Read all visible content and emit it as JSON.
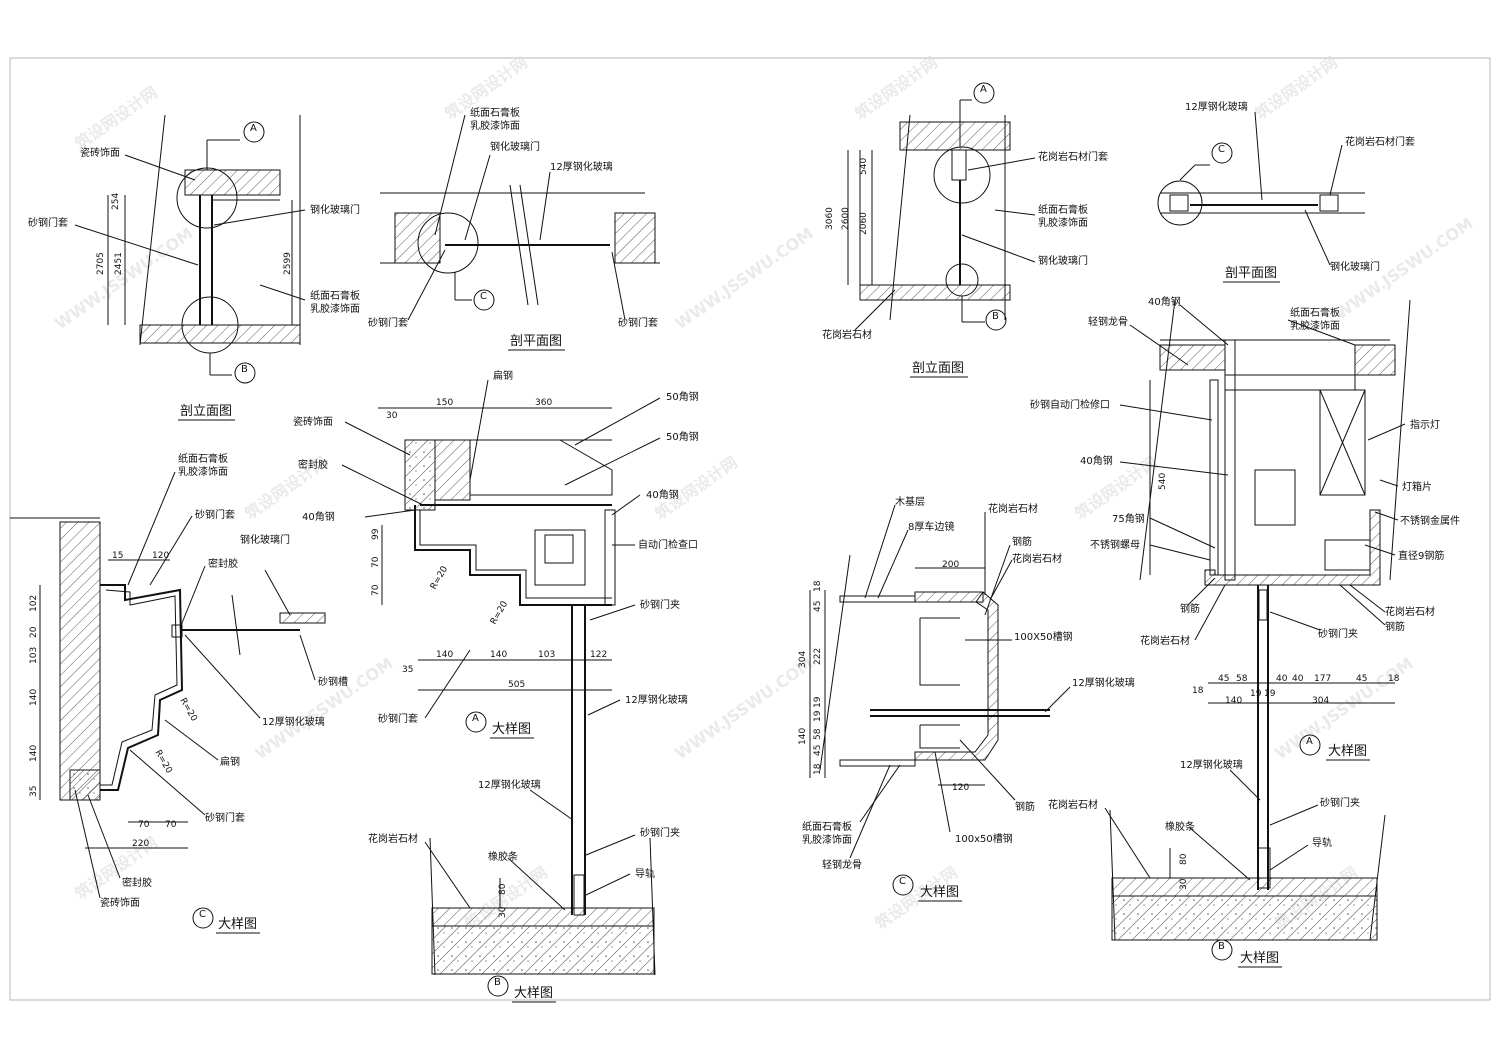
{
  "watermark": {
    "text": "筑设网设计网",
    "url": "WWW.JSSWU.COM"
  },
  "drawings": {
    "d1": {
      "title": "剖立面图",
      "labels": [
        "瓷砖饰面",
        "砂钢门套",
        "钢化玻璃门",
        "纸面石膏板",
        "乳胶漆饰面"
      ],
      "dims": [
        "254",
        "2705",
        "2451",
        "2599"
      ],
      "markers": [
        "A",
        "B"
      ]
    },
    "d2": {
      "title": "剖平面图",
      "labels": [
        "纸面石膏板",
        "乳胶漆饰面",
        "钢化玻璃门",
        "12厚钢化玻璃",
        "砂钢门套",
        "砂钢门套"
      ],
      "markers": [
        "C"
      ]
    },
    "d3": {
      "title": "剖立面图",
      "labels": [
        "花岗岩石材门套",
        "纸面石膏板",
        "乳胶漆饰面",
        "钢化玻璃门",
        "花岗岩石材"
      ],
      "dims": [
        "3060",
        "2600",
        "540",
        "2060"
      ],
      "markers": [
        "A",
        "B"
      ]
    },
    "d4": {
      "title": "剖平面图",
      "labels": [
        "12厚钢化玻璃",
        "花岗岩石材门套",
        "钢化玻璃门"
      ],
      "markers": [
        "C"
      ]
    },
    "d5": {
      "title": "大样图",
      "marker": "C",
      "labels": [
        "纸面石膏板",
        "乳胶漆饰面",
        "砂钢门套",
        "密封胶",
        "钢化玻璃门",
        "砂钢槽",
        "12厚钢化玻璃",
        "扁钢",
        "砂钢门套",
        "密封胶",
        "瓷砖饰面"
      ],
      "dims": [
        "15",
        "120",
        "102",
        "20",
        "103",
        "140",
        "140",
        "35",
        "70",
        "70",
        "220"
      ],
      "radius": [
        "R=20",
        "R=20"
      ]
    },
    "d6": {
      "title": "大样图",
      "marker": "A",
      "labels": [
        "扁钢",
        "50角钢",
        "50角钢",
        "瓷砖饰面",
        "密封胶",
        "40角钢",
        "40角钢",
        "自动门检查口",
        "砂钢门夹",
        "12厚钢化玻璃",
        "砂钢门套"
      ],
      "dims": [
        "30",
        "150",
        "360",
        "99",
        "70",
        "70",
        "140",
        "140",
        "103",
        "122",
        "35",
        "505"
      ],
      "radius": [
        "R=20",
        "R=20"
      ]
    },
    "d7": {
      "title": "大样图",
      "marker": "B",
      "labels": [
        "12厚钢化玻璃",
        "花岗岩石材",
        "砂钢门夹",
        "橡胶条",
        "导轨"
      ],
      "dims": [
        "80",
        "30"
      ]
    },
    "d8": {
      "title": "大样图",
      "marker": "C",
      "labels": [
        "木基层",
        "8厚车边镜",
        "花岗岩石材",
        "钢筋",
        "花岗岩石材",
        "100X50槽钢",
        "12厚钢化玻璃",
        "钢筋",
        "纸面石膏板",
        "乳胶漆饰面",
        "100x50槽钢",
        "轻钢龙骨"
      ],
      "dims": [
        "200",
        "18",
        "45",
        "222",
        "304",
        "19",
        "19",
        "140",
        "58",
        "45",
        "18",
        "120"
      ]
    },
    "d9": {
      "title": "大样图",
      "marker": "A",
      "labels": [
        "40角钢",
        "纸面石膏板",
        "乳胶漆饰面",
        "轻钢龙骨",
        "砂钢自动门检修口",
        "指示灯",
        "40角钢",
        "灯箱片",
        "75角钢",
        "不锈钢金属件",
        "不锈钢螺母",
        "直径9钢筋",
        "钢筋",
        "花岗岩石材",
        "花岗岩石材",
        "砂钢门夹",
        "钢筋"
      ],
      "dims": [
        "540",
        "45",
        "58",
        "40",
        "40",
        "177",
        "45",
        "18",
        "18",
        "19",
        "19",
        "140",
        "304"
      ]
    },
    "d10": {
      "title": "大样图",
      "marker": "B",
      "labels": [
        "12厚钢化玻璃",
        "花岗岩石材",
        "砂钢门夹",
        "橡胶条",
        "导轨"
      ],
      "dims": [
        "80",
        "30"
      ]
    }
  }
}
